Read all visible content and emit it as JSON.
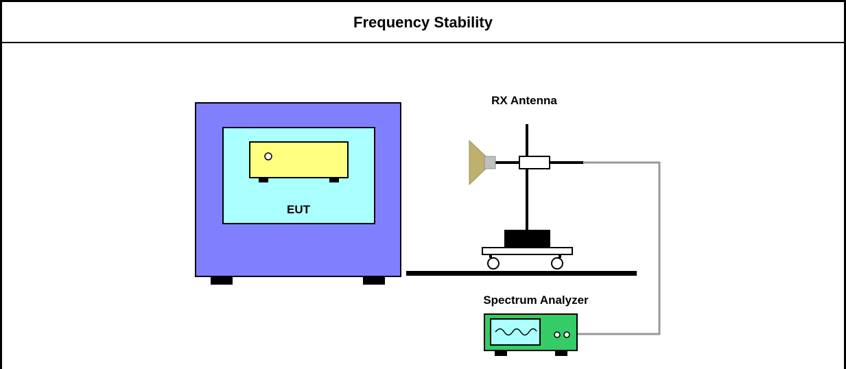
{
  "title": "Frequency Stability",
  "labels": {
    "eut": "EUT",
    "rx_antenna": "RX Antenna",
    "spectrum_analyzer": "Spectrum Analyzer"
  },
  "colors": {
    "chamber": "#8080ff",
    "chamber_window": "#aaffff",
    "eut_box": "#ffff80",
    "antenna_horn": "#c0b070",
    "antenna_flange": "#c0c0c0",
    "analyzer_body": "#33cc66",
    "analyzer_screen": "#aaffff",
    "cable": "#999999"
  }
}
